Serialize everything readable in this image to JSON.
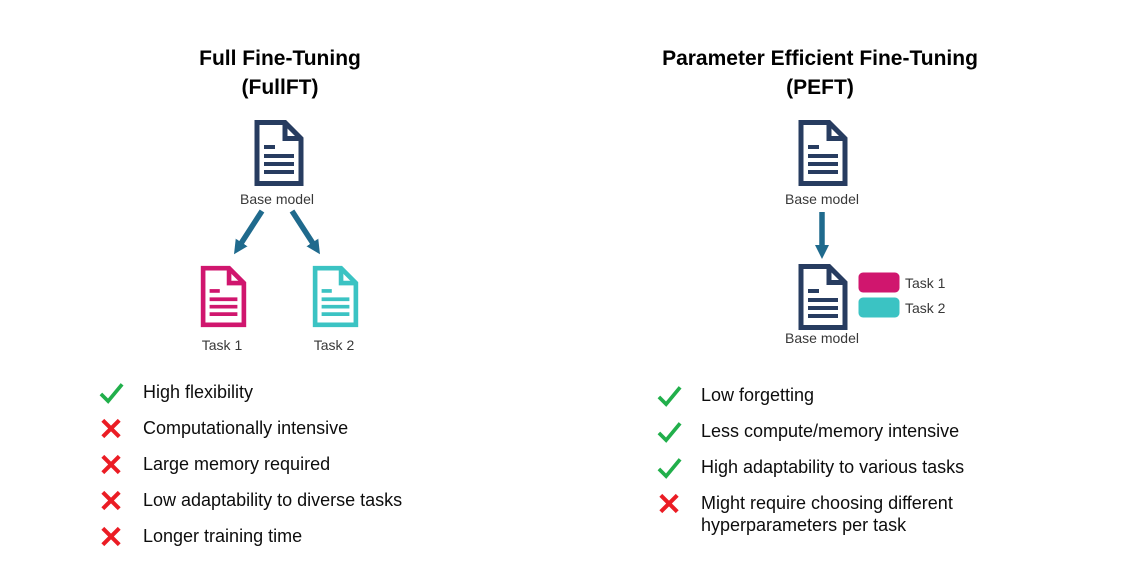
{
  "colors": {
    "navy": "#273C60",
    "pink": "#D0166E",
    "teal": "#3BC3C3",
    "arrow": "#1F6A8D",
    "check_green": "#21AF4B",
    "cross_red": "#EB1C24",
    "title_text": "#000000",
    "label_text": "#383838"
  },
  "left": {
    "title_line1": "Full Fine-Tuning",
    "title_line2": "(FullFT)",
    "base_model_label": "Base model",
    "task1_label": "Task 1",
    "task2_label": "Task 2",
    "points": [
      {
        "icon": "check",
        "text": "High flexibility"
      },
      {
        "icon": "cross",
        "text": "Computationally intensive"
      },
      {
        "icon": "cross",
        "text": "Large memory required"
      },
      {
        "icon": "cross",
        "text": "Low adaptability to diverse tasks"
      },
      {
        "icon": "cross",
        "text": "Longer training time"
      }
    ]
  },
  "right": {
    "title_line1": "Parameter Efficient Fine-Tuning",
    "title_line2": "(PEFT)",
    "base_model_top_label": "Base model",
    "base_model_bottom_label": "Base model",
    "legend": [
      {
        "label": "Task 1",
        "color": "#D0166E"
      },
      {
        "label": "Task 2",
        "color": "#3BC3C3"
      }
    ],
    "points": [
      {
        "icon": "check",
        "text": "Low forgetting"
      },
      {
        "icon": "check",
        "text": "Less compute/memory intensive"
      },
      {
        "icon": "check",
        "text": "High adaptability to various tasks"
      },
      {
        "icon": "cross",
        "text": "Might require choosing different hyperparameters per task"
      }
    ]
  }
}
